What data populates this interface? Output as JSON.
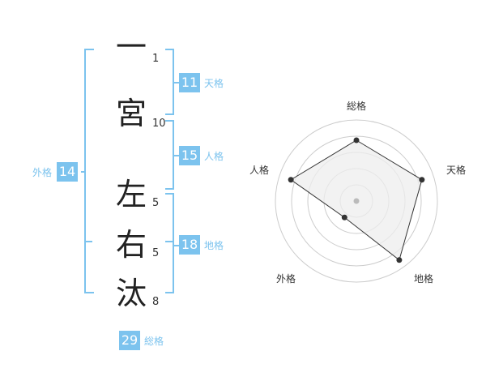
{
  "name": {
    "chars": [
      {
        "char": "一",
        "strokes": "1"
      },
      {
        "char": "宮",
        "strokes": "10"
      },
      {
        "char": "左",
        "strokes": "5"
      },
      {
        "char": "右",
        "strokes": "5"
      },
      {
        "char": "汰",
        "strokes": "8"
      }
    ]
  },
  "fortunes": {
    "tenkaku": {
      "value": "11",
      "label": "天格"
    },
    "jinkaku": {
      "value": "15",
      "label": "人格"
    },
    "chikaku": {
      "value": "18",
      "label": "地格"
    },
    "gaikaku": {
      "value": "14",
      "label": "外格"
    },
    "soukaku": {
      "value": "29",
      "label": "総格"
    }
  },
  "chart_data": {
    "type": "radar",
    "axes": [
      "総格",
      "天格",
      "地格",
      "外格",
      "人格"
    ],
    "values": [
      0.75,
      0.85,
      0.9,
      0.25,
      0.85
    ],
    "max": 1,
    "rings": 5,
    "colors": {
      "fill": "#eeeeee",
      "line": "#333333",
      "grid": "#cccccc",
      "point": "#333333",
      "center": "#bbbbbb"
    }
  }
}
